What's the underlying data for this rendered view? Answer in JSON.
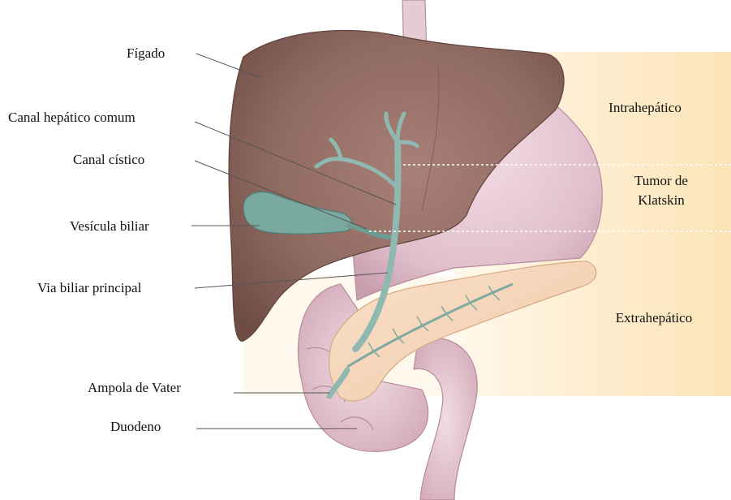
{
  "labels": {
    "figado": "Fígado",
    "canal_hepatico_comum": "Canal hepático comum",
    "canal_cistico": "Canal cístico",
    "vesicula_biliar": "Vesícula biliar",
    "via_biliar_principal": "Via biliar principal",
    "ampola_de_vater": "Ampola de Vater",
    "duodeno": "Duodeno"
  },
  "zones": {
    "intrahepatico": "Intrahepático",
    "tumor_line1": "Tumor de",
    "tumor_line2": "Klatskin",
    "extrahepatico": "Extrahepático"
  },
  "colors": {
    "liver": "#8f6a60",
    "stomach": "#e2c3cf",
    "duct": "#8fb8b0",
    "gallbladder": "#7aa9a0",
    "pancreas": "#f4d2b4",
    "zone_band": "#fde9c8"
  }
}
